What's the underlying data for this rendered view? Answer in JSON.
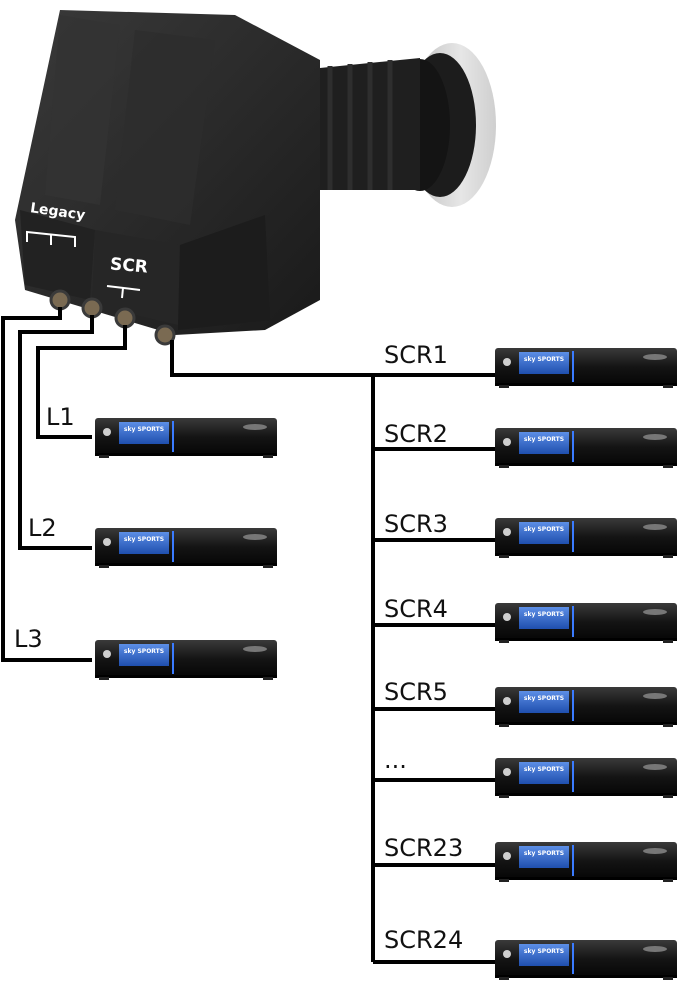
{
  "lnb": {
    "legacy_label": "Legacy",
    "scr_label": "SCR"
  },
  "legacy_outputs": [
    {
      "label": "L1"
    },
    {
      "label": "L2"
    },
    {
      "label": "L3"
    }
  ],
  "scr_outputs": [
    {
      "label": "SCR1"
    },
    {
      "label": "SCR2"
    },
    {
      "label": "SCR3"
    },
    {
      "label": "SCR4"
    },
    {
      "label": "SCR5"
    },
    {
      "label": "..."
    },
    {
      "label": "SCR23"
    },
    {
      "label": "SCR24"
    }
  ],
  "receiver": {
    "screen_text": "sky SPORTS"
  },
  "colors": {
    "cable": "#000000",
    "lnb_body": "#2a2a2a",
    "lnb_dark": "#1b1b1b",
    "dish_rim": "#d8d8d8",
    "receiver_body": "#1a1a1a",
    "receiver_screen": "#2f63c7",
    "receiver_led": "#3a7bff"
  }
}
